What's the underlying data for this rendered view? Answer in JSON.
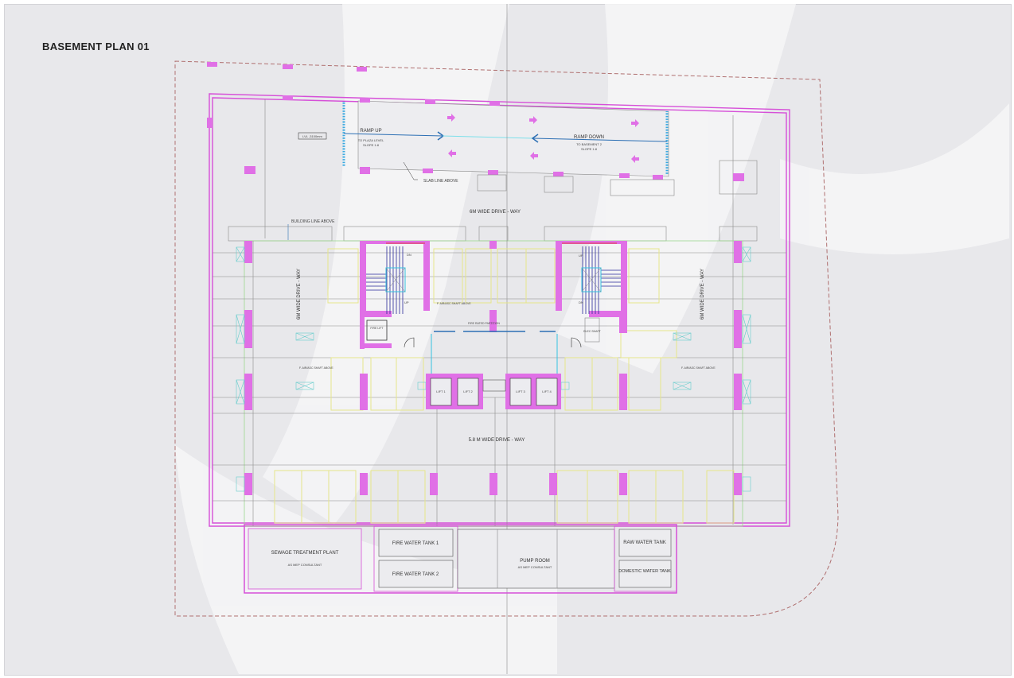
{
  "title": "BASEMENT PLAN 01",
  "colors": {
    "wall": "#d64fd8",
    "column": "#e070e6",
    "site_boundary": "#b07070",
    "parking": "#e6e68a",
    "grid": "#9bd88f",
    "ramp_edge": "#35c2e0",
    "arrow": "#2c6fb4"
  },
  "ramp": {
    "level": "LVL -3100mm",
    "up_label": "RAMP UP",
    "up_to": "TO PLAZA LEVEL",
    "up_slope": "SLOPE 1:8",
    "down_label": "RAMP DOWN",
    "down_to": "TO BASEMENT 2",
    "down_slope": "SLOPE 1:8",
    "slab_note": "SLAB LINE ABOVE"
  },
  "driveways": {
    "top": "6M WIDE DRIVE - WAY",
    "left": "6M WIDE DRIVE - WAY",
    "right": "6M WIDE DRIVE - WAY",
    "center": "5.8 M WIDE DRIVE - WAY"
  },
  "notes": {
    "building_line": "BUILDING LINE ABOVE",
    "fresh_air_shaft": "F. AIR/ASC SHAFT ABOVE",
    "fire_rated": "FIRE RATED PARTITION",
    "dn": "DN",
    "up": "UP"
  },
  "core": {
    "fire_lift": "FIRE LIFT",
    "elec_shaft": "ELEC SHAFT",
    "lifts": [
      "LIFT 1",
      "LIFT 2",
      "LIFT 3",
      "LIFT 4"
    ]
  },
  "services": {
    "stp": "SEWAGE TREATMENT PLANT",
    "stp_note": "AS MEP CONSULTANT",
    "fire_tank_1": "FIRE WATER TANK 1",
    "fire_tank_2": "FIRE WATER TANK 2",
    "pump_room": "PUMP ROOM",
    "pump_note": "AS MEP CONSULTANT",
    "raw_tank": "RAW WATER TANK",
    "domestic_tank": "DOMESTIC WATER TANK"
  }
}
